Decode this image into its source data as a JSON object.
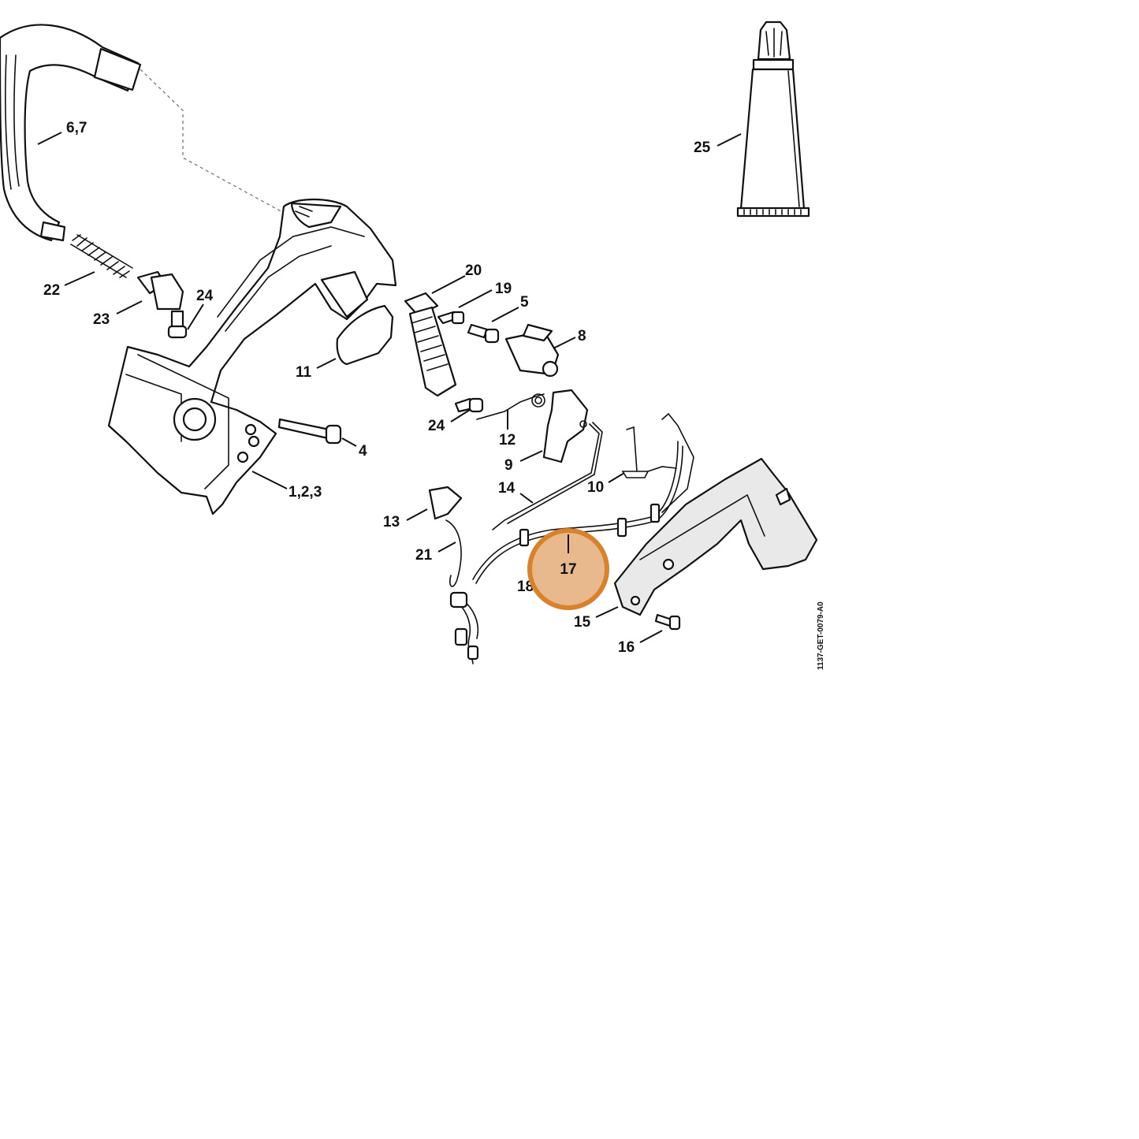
{
  "diagram": {
    "labels": {
      "l67": "6,7",
      "l22": "22",
      "l23": "23",
      "l24a": "24",
      "l11": "11",
      "l20": "20",
      "l19": "19",
      "l5": "5",
      "l8": "8",
      "l24b": "24",
      "l12": "12",
      "l9": "9",
      "l4": "4",
      "l123": "1,2,3",
      "l14": "14",
      "l10": "10",
      "l13": "13",
      "l21": "21",
      "l18": "18",
      "l17": "17",
      "l15": "15",
      "l16": "16",
      "l25": "25"
    },
    "drawing_code": "1137-GET-0079-A0",
    "highlight": {
      "part": "17",
      "color": "#d9822b",
      "fill": "#e8b98c"
    }
  }
}
